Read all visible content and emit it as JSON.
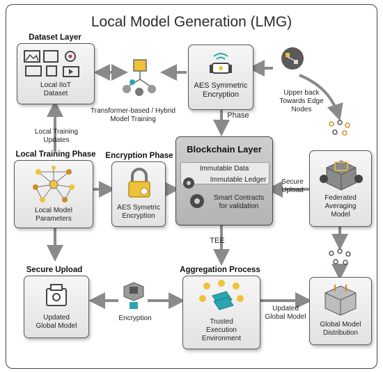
{
  "title": "Local Model Generation (LMG)",
  "dataset_layer": {
    "heading": "Dataset Layer",
    "label_line1": "Local IIoT",
    "label_line2": "Dataset"
  },
  "model_training": {
    "label_line1": "Transformer-based / Hybrid",
    "label_line2": "Model Training"
  },
  "aes_top": {
    "label_line1": "AES Symmetric",
    "label_line2": "Encryption"
  },
  "phase_label": "Phase",
  "upper_back": {
    "line1": "Upper back",
    "line2": "Towards Edge",
    "line3": "Nodes"
  },
  "local_training_updates": {
    "line1": "Local Training",
    "line2": "Updates"
  },
  "local_training_phase": {
    "heading": "Local Training Phase",
    "label_line1": "Local Model",
    "label_line2": "Parameters"
  },
  "encryption_phase": {
    "heading": "Encryption Phase",
    "label_line1": "AES Symetric",
    "label_line2": "Encryption"
  },
  "blockchain": {
    "heading": "Blockchain Layer",
    "immutable_data": "Immutable Data",
    "immutable_ledger": "Immutable Ledger",
    "smart_line1": "Smart Contracts",
    "smart_line2": "for validation"
  },
  "secure_upload_right": {
    "line1": "Secure",
    "line2": "Upload"
  },
  "federated": {
    "line1": "Federated",
    "line2": "Averaging",
    "line3": "Model"
  },
  "tee_label": "TEE",
  "secure_upload": {
    "heading": "Secure Upload",
    "label_line1": "Updated",
    "label_line2": "Global Model"
  },
  "encryption_label": "Encryption",
  "aggregation": {
    "heading": "Aggregation Process",
    "line1": "Trusted",
    "line2": "Execution",
    "line3": "Environment"
  },
  "updated_global": {
    "line1": "Updated",
    "line2": "Global Model"
  },
  "distribution": {
    "line1": "Global Model",
    "line2": "Distribution"
  },
  "colors": {
    "accent_gold": "#f0c23a",
    "accent_teal": "#2aa6b0",
    "box_gray": "#e4e4e4",
    "arrow_gray": "#8a8a8a"
  }
}
